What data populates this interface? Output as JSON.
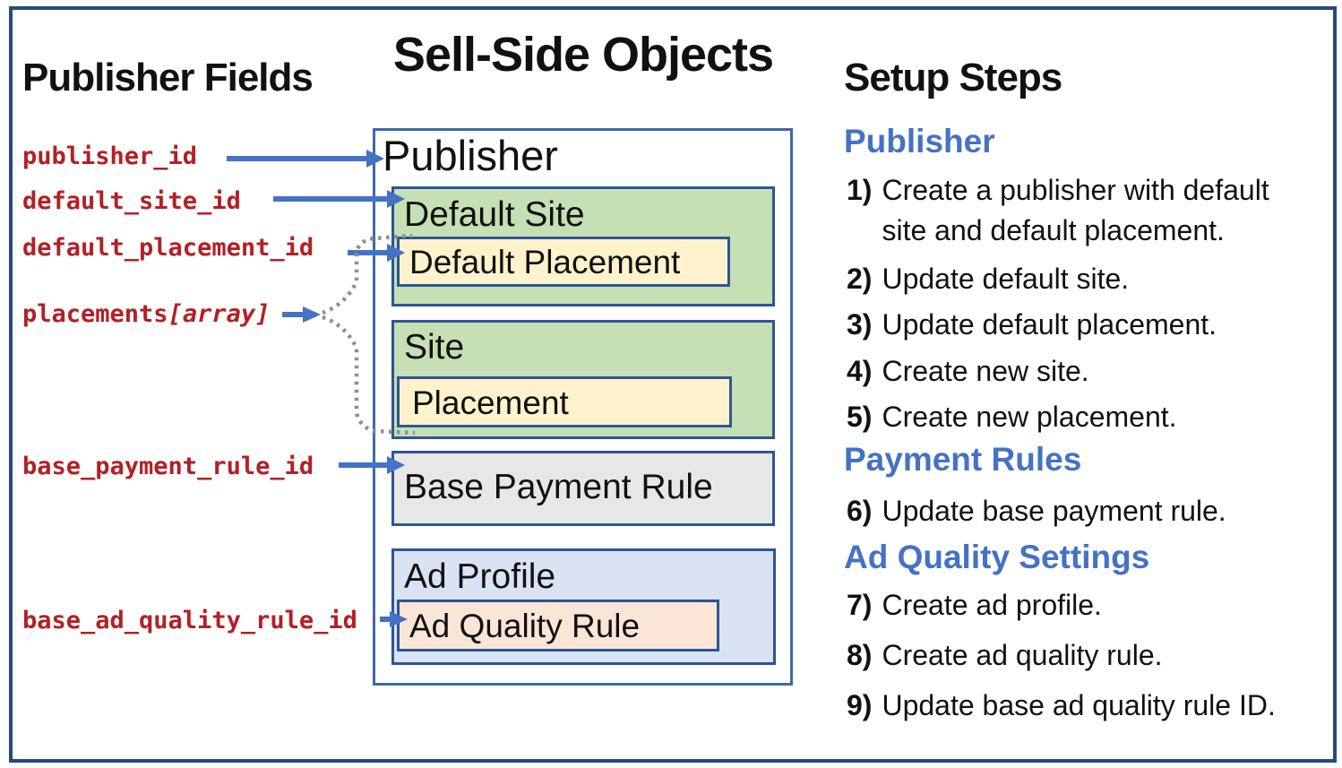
{
  "title": "Sell-Side Objects",
  "left_panel": {
    "heading": "Publisher Fields",
    "fields": [
      {
        "label": "publisher_id"
      },
      {
        "label": "default_site_id"
      },
      {
        "label": "default_placement_id"
      },
      {
        "label": "placements",
        "suffix": "[array]"
      },
      {
        "label": "base_payment_rule_id"
      },
      {
        "label": "base_ad_quality_rule_id"
      }
    ]
  },
  "diagram": {
    "publisher_label": "Publisher",
    "default_site_label": "Default Site",
    "default_placement_label": "Default Placement",
    "site_label": "Site",
    "placement_label": "Placement",
    "base_payment_rule_label": "Base Payment Rule",
    "ad_profile_label": "Ad Profile",
    "ad_quality_rule_label": "Ad Quality Rule"
  },
  "right_panel": {
    "heading": "Setup Steps",
    "sections": [
      {
        "heading": "Publisher",
        "steps": [
          {
            "num": "1)",
            "text": "Create a publisher with default site and default placement."
          },
          {
            "num": "2)",
            "text": "Update default site."
          },
          {
            "num": "3)",
            "text": "Update default placement."
          },
          {
            "num": "4)",
            "text": "Create new site."
          },
          {
            "num": "5)",
            "text": "Create new placement."
          }
        ]
      },
      {
        "heading": "Payment Rules",
        "steps": [
          {
            "num": "6)",
            "text": "Update base payment rule."
          }
        ]
      },
      {
        "heading": "Ad Quality Settings",
        "steps": [
          {
            "num": "7)",
            "text": "Create ad profile."
          },
          {
            "num": "8)",
            "text": "Create ad quality rule."
          },
          {
            "num": "9)",
            "text": "Update base ad quality rule ID."
          }
        ]
      }
    ]
  },
  "colors": {
    "frame_border": "#27497c",
    "publisher_box_border": "#3e69a5",
    "inner_box_border": "#2e5597",
    "arrow_blue": "#4472c4",
    "field_red": "#b32025",
    "section_heading_blue": "#4472c4",
    "green_fill": "#c5e0b4",
    "cream_fill": "#fff2cc",
    "gray_fill": "#e8e7e7",
    "light_blue_fill": "#dae3f3",
    "peach_fill": "#fbe5d6",
    "dotted_connector_gray": "#8f8f8f"
  }
}
